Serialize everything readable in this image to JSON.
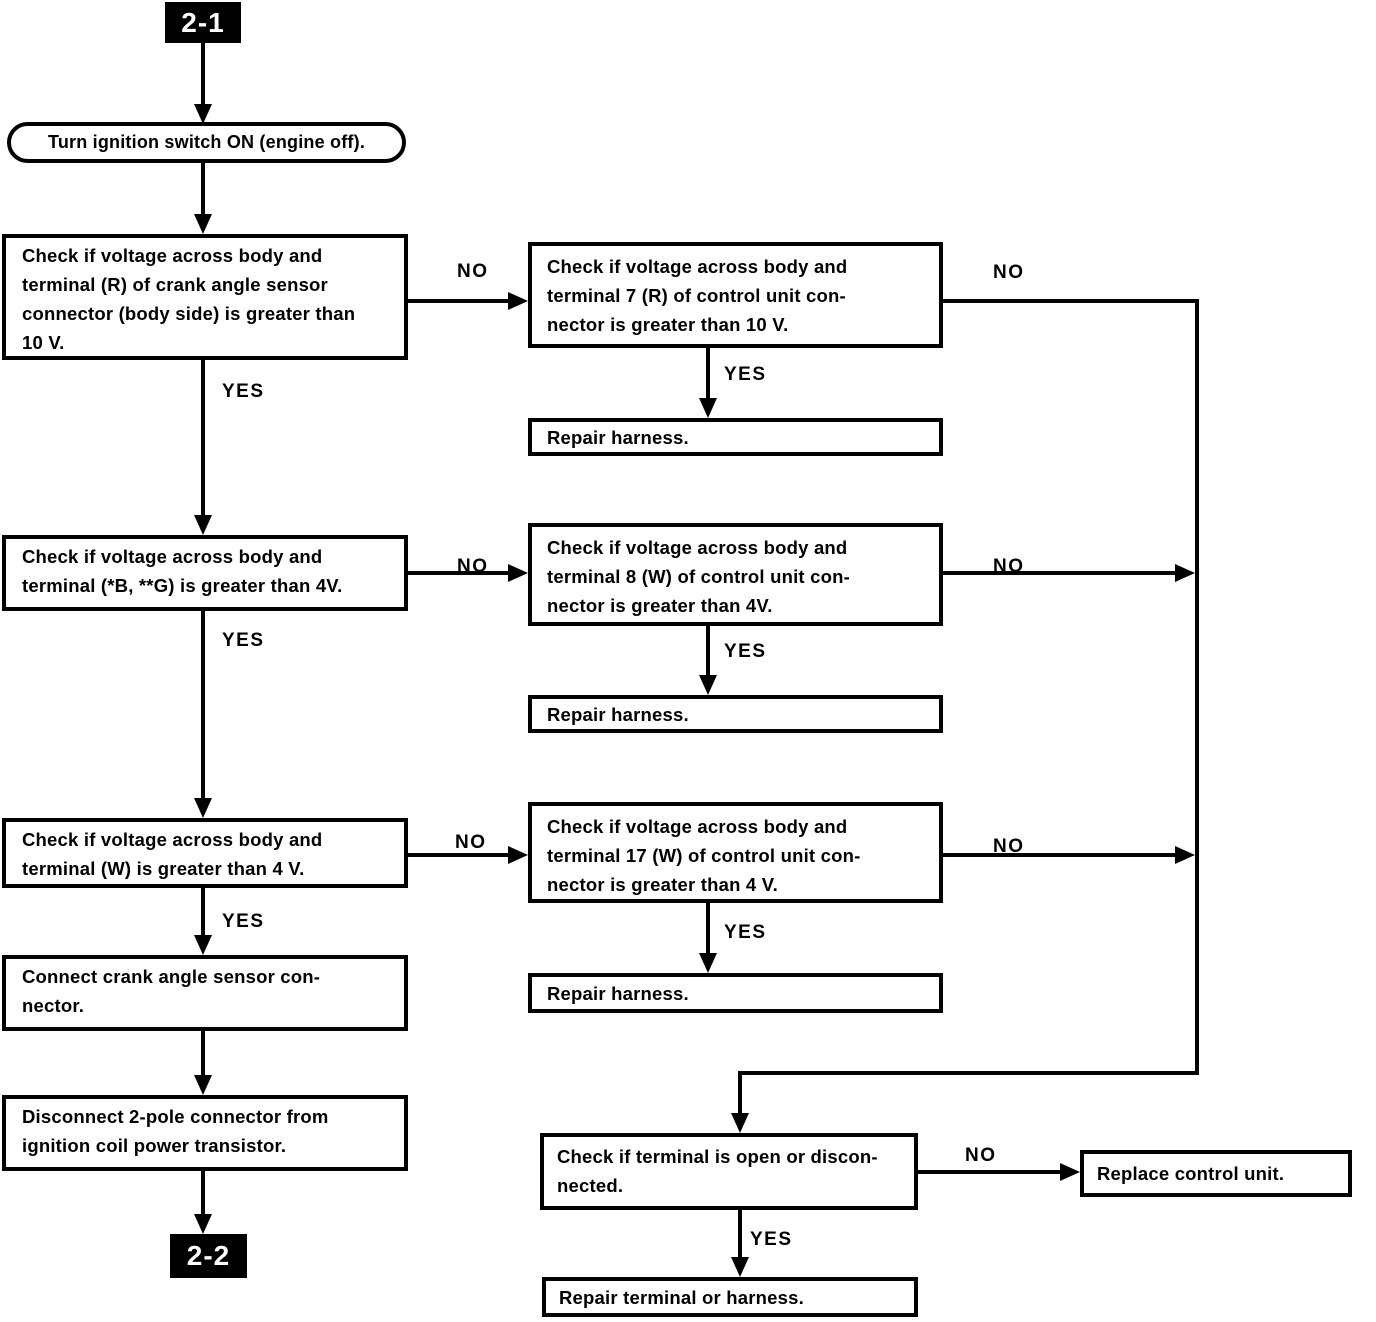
{
  "tags": {
    "start": "2-1",
    "end": "2-2"
  },
  "labels": {
    "yes": "YES",
    "no": "NO"
  },
  "nodes": {
    "ignition": "Turn ignition switch ON (engine off).",
    "check_crank_voltage": "Check if voltage across body and\nterminal (R) of crank angle sensor\nconnector (body side) is greater than\n10 V.",
    "check_cu_terminal7": "Check if voltage across body and\nterminal 7 (R) of control unit con-\nnector is greater than 10 V.",
    "repair_harness_1": "Repair harness.",
    "check_bg_voltage": "Check if voltage across body and\nterminal (*B, **G) is greater than 4V.",
    "check_cu_terminal8": "Check if voltage across body and\nterminal 8 (W) of control unit con-\nnector is greater than 4V.",
    "repair_harness_2": "Repair harness.",
    "check_w_voltage": "Check if voltage across body and\nterminal (W) is greater than 4 V.",
    "check_cu_terminal17": "Check if voltage across body and\nterminal 17 (W) of control unit con-\nnector is greater than 4 V.",
    "repair_harness_3": "Repair harness.",
    "connect_sensor": "Connect crank angle sensor con-\nnector.",
    "disconnect_2pole": "Disconnect 2-pole connector from\nignition coil power transistor.",
    "check_terminal": "Check if terminal is open or discon-\nnected.",
    "replace_control_unit": "Replace control unit.",
    "repair_terminal": "Repair terminal or harness."
  }
}
